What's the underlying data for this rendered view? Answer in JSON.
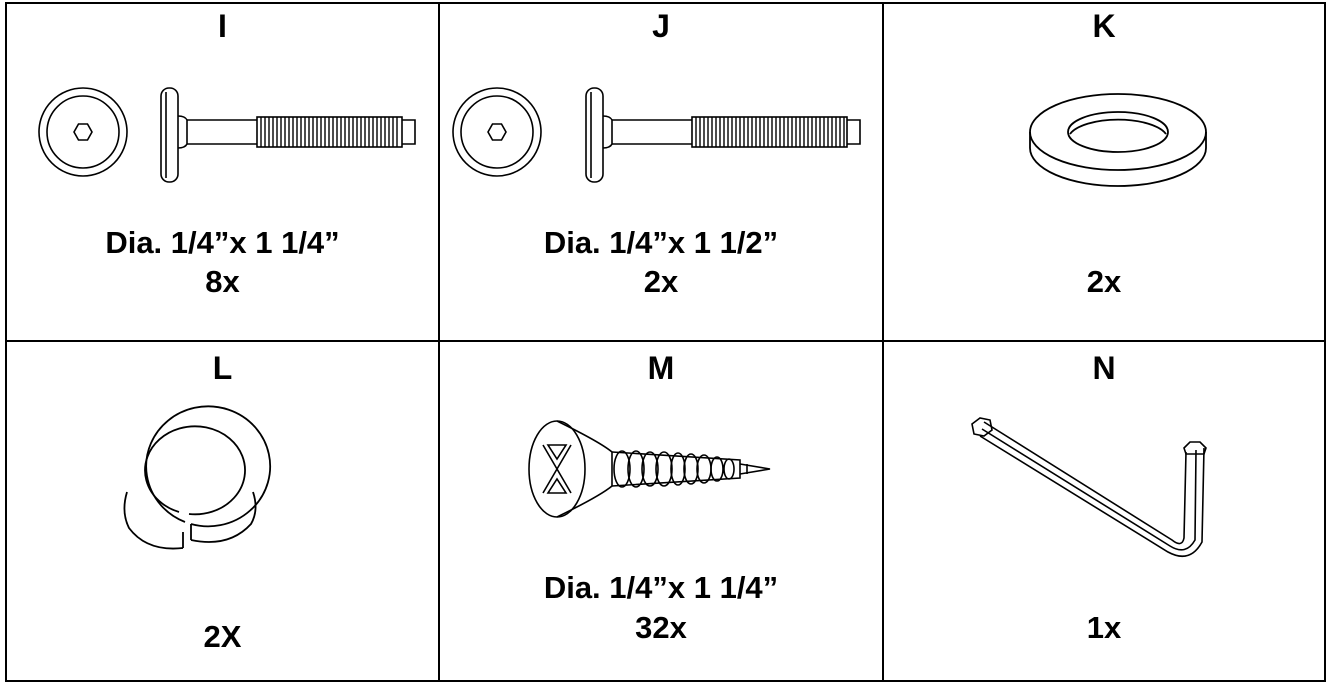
{
  "parts": [
    {
      "letter": "I",
      "description": "Dia. 1/4”x 1 1/4”",
      "quantity": "8x",
      "icon": "jcb-bolt-icon"
    },
    {
      "letter": "J",
      "description": "Dia. 1/4”x 1 1/2”",
      "quantity": "2x",
      "icon": "jcb-bolt-icon"
    },
    {
      "letter": "K",
      "description": "",
      "quantity": "2x",
      "icon": "flat-washer-icon"
    },
    {
      "letter": "L",
      "description": "",
      "quantity": "2X",
      "icon": "split-lock-washer-icon"
    },
    {
      "letter": "M",
      "description": "Dia. 1/4”x 1 1/4”",
      "quantity": "32x",
      "icon": "wood-screw-icon"
    },
    {
      "letter": "N",
      "description": "",
      "quantity": "1x",
      "icon": "allen-key-icon"
    }
  ],
  "colors": {
    "line": "#000000",
    "background": "#ffffff"
  }
}
